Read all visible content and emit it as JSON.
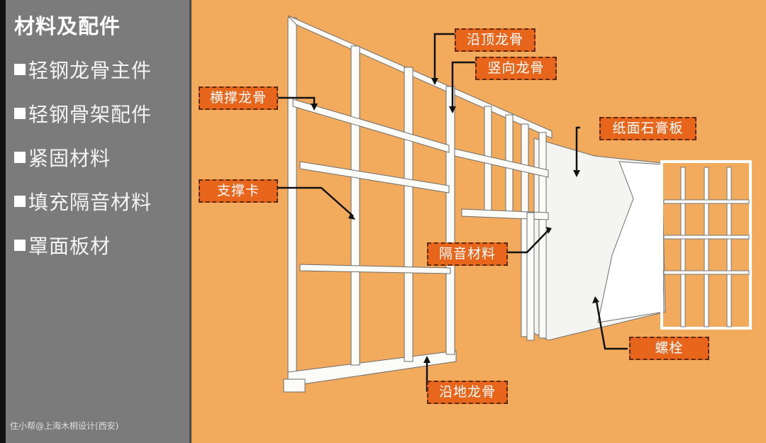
{
  "sidebar": {
    "title": "材料及配件",
    "items": [
      {
        "label": "轻钢龙骨主件"
      },
      {
        "label": "轻钢骨架配件"
      },
      {
        "label": "紧固材料"
      },
      {
        "label": "填充隔音材料"
      },
      {
        "label": "罩面板材"
      }
    ],
    "credit": "住小帮@上海木桐设计(西安)"
  },
  "diagram": {
    "labels": {
      "top_track": "沿顶龙骨",
      "vertical_stud": "竖向龙骨",
      "cross_brace": "横撑龙骨",
      "gypsum_board": "纸面石膏板",
      "support_clip": "支撑卡",
      "sound_insulation": "隔音材料",
      "bolt": "螺栓",
      "floor_track": "沿地龙骨"
    }
  },
  "colors": {
    "label_bg": "#e8661c",
    "background": "#f2aa5c",
    "panel": "#7b7b7b"
  }
}
